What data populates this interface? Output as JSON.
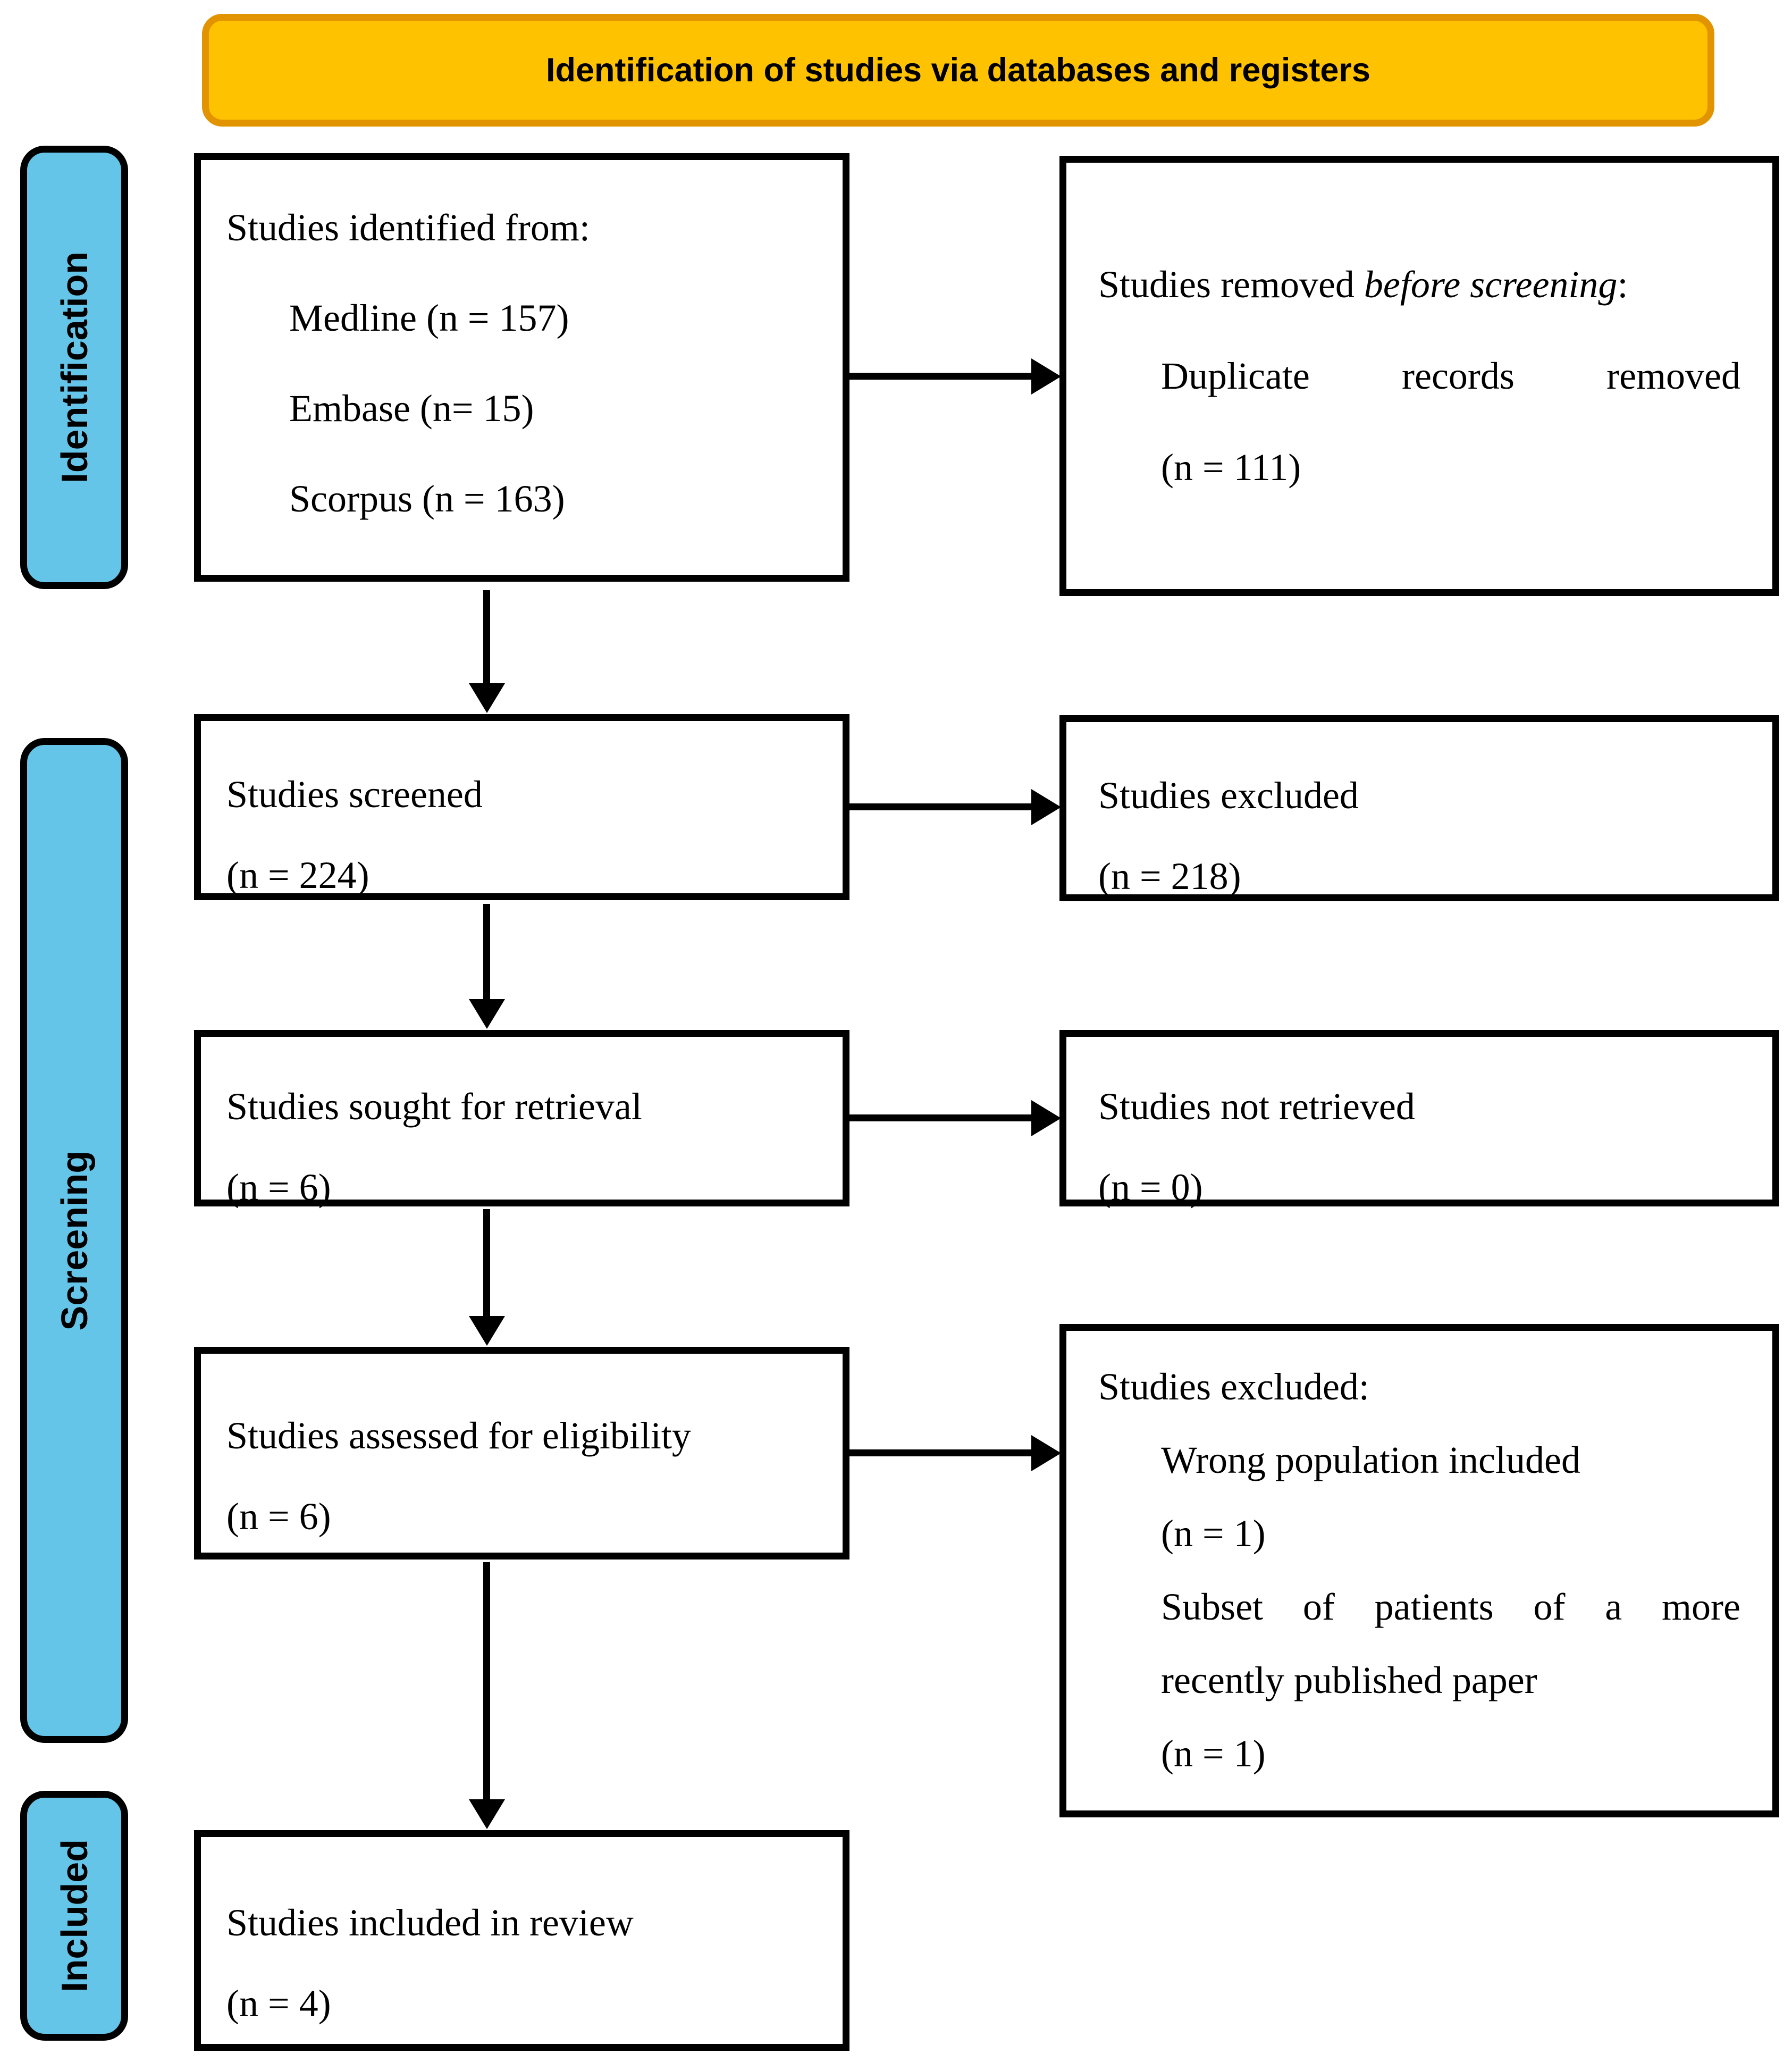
{
  "banner": {
    "title": "Identification of studies via databases and registers"
  },
  "stages": {
    "identification": "Identification",
    "screening": "Screening",
    "included": "Included"
  },
  "colors": {
    "banner_fill": "#FFC200",
    "banner_border": "#E29400",
    "stage_fill": "#64C5E9",
    "box_border": "#000000"
  },
  "boxes": {
    "identified": {
      "title": "Studies identified from:",
      "items": [
        "Medline (n = 157)",
        "Embase (n= 15)",
        "Scorpus (n = 163)"
      ]
    },
    "removed_before_screening": {
      "line1_prefix": "Studies removed ",
      "line1_italic": "before screening",
      "line1_suffix": ":",
      "line2": "Duplicate records removed",
      "line3": "(n = 111)"
    },
    "screened": {
      "line1": "Studies screened",
      "line2": "(n = 224)"
    },
    "excluded": {
      "line1": "Studies excluded",
      "line2": "(n = 218)"
    },
    "sought": {
      "line1": "Studies sought for retrieval",
      "line2": "(n = 6)"
    },
    "not_retrieved": {
      "line1": "Studies not retrieved",
      "line2": "(n = 0)"
    },
    "assessed": {
      "line1": "Studies assessed for eligibility",
      "line2": "(n = 6)"
    },
    "included_review": {
      "line1": "Studies included in review",
      "line2": "(n = 4)"
    },
    "excluded_reasons": {
      "title": "Studies excluded:",
      "reason1": "Wrong population included",
      "reason1_n": "(n = 1)",
      "reason2_line1": "Subset of patients of a more",
      "reason2_line2": "recently published paper",
      "reason2_n": "(n = 1)"
    }
  }
}
